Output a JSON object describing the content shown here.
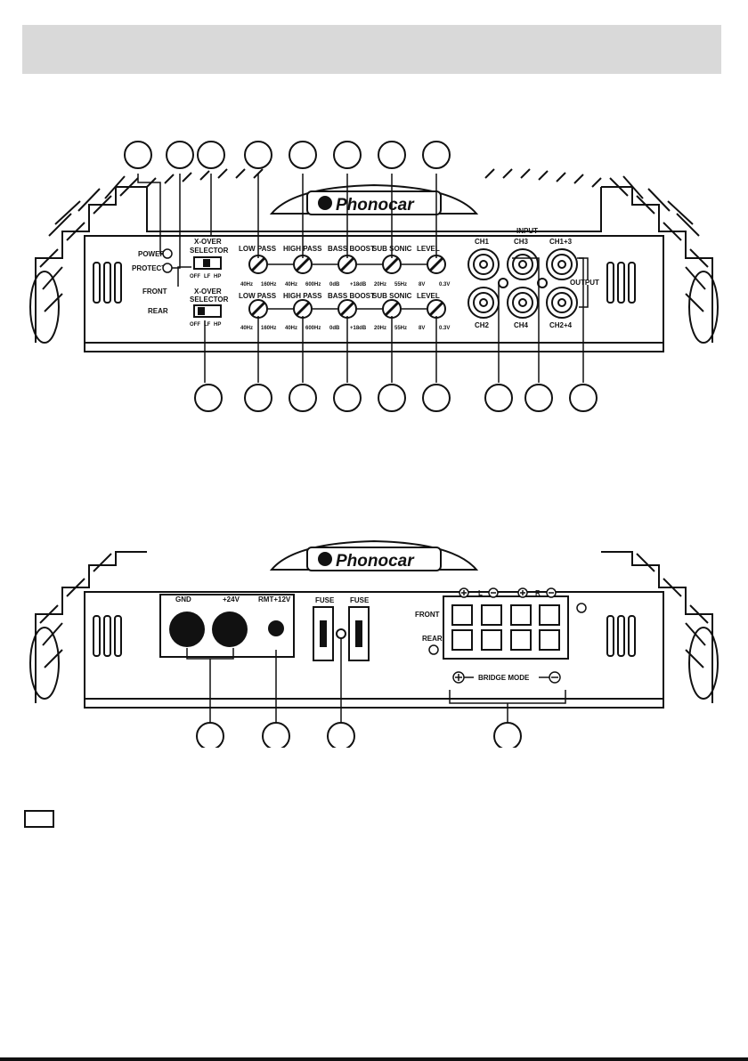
{
  "brand": "Phonocar",
  "top_panel": {
    "power": "POWER",
    "protect": "PROTECT",
    "front": "FRONT",
    "rear": "REAR",
    "xover": "X-OVER",
    "selector": "SELECTOR",
    "switch_labels": [
      "OFF",
      "LF",
      "HP"
    ],
    "controls": [
      {
        "label": "LOW PASS",
        "min": "40Hz",
        "max": "160Hz"
      },
      {
        "label": "HIGH PASS",
        "min": "40Hz",
        "max": "600Hz"
      },
      {
        "label": "BASS BOOST",
        "min": "0dB",
        "max": "+18dB"
      },
      {
        "label": "SUB SONIC",
        "min": "20Hz",
        "max": "55Hz"
      },
      {
        "label": "LEVEL",
        "min": "8V",
        "max": "0.3V"
      }
    ],
    "input": "INPUT",
    "output": "OUTPUT",
    "channels": [
      "CH1",
      "CH2",
      "CH3",
      "CH4",
      "CH1+3",
      "CH2+4"
    ]
  },
  "bottom_panel": {
    "gnd": "GND",
    "plus24": "+24V",
    "rmt": "RMT+12V",
    "fuse": "FUSE",
    "front": "FRONT",
    "rear": "REAR",
    "left": "L",
    "right": "R",
    "bridge": "BRIDGE MODE"
  }
}
